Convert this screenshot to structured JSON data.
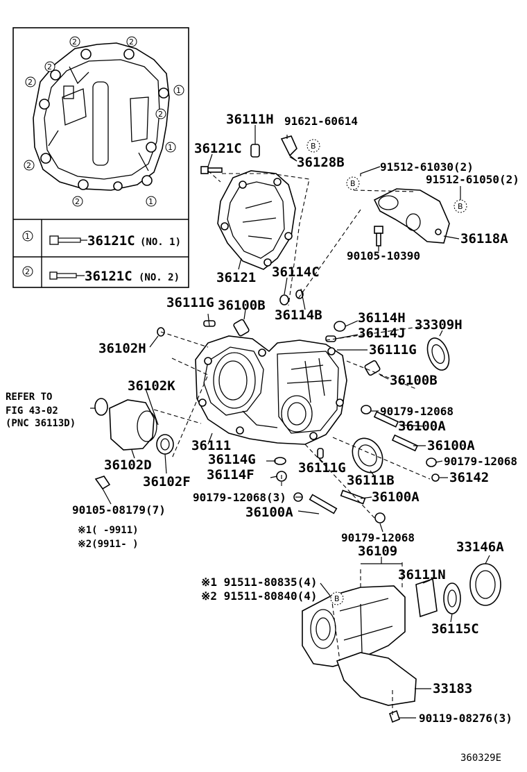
{
  "inset": {
    "markers": [
      "1",
      "2"
    ],
    "legend": [
      {
        "marker": "1",
        "part": "36121C",
        "note": "(NO. 1)"
      },
      {
        "marker": "2",
        "part": "36121C",
        "note": "(NO. 2)"
      }
    ]
  },
  "labels": {
    "l36111H": "36111H",
    "l91621": "91621-60614",
    "l36121C": "36121C",
    "l36128B": "36128B",
    "l91512a": "91512-61030(2)",
    "l91512b": "91512-61050(2)",
    "l36118A": "36118A",
    "l90105a": "90105-10390",
    "l36121": "36121",
    "l36114C": "36114C",
    "l36111Ga": "36111G",
    "l36100Ba": "36100B",
    "l36114B": "36114B",
    "l36114H": "36114H",
    "l36114J": "36114J",
    "l33309H": "33309H",
    "l36102H": "36102H",
    "l36111Gb": "36111G",
    "l36100Bb": "36100B",
    "refer1": "REFER TO",
    "refer2": "FIG 43-02",
    "refer3": "(PNC 36113D)",
    "l36102K": "36102K",
    "l90179a": "90179-12068",
    "l36100Aa": "36100A",
    "l36100Ab": "36100A",
    "l36111": "36111",
    "l90179b": "90179-12068",
    "l36102D": "36102D",
    "l36114G": "36114G",
    "l36111Gc": "36111G",
    "l36142": "36142",
    "l36102F": "36102F",
    "l36114F": "36114F",
    "l36111B": "36111B",
    "l90179c": "90179-12068(3)",
    "l36100Ac": "36100A",
    "l90105b": "90105-08179(7)",
    "l36100Ad": "36100A",
    "note1": "※1(    -9911)",
    "note2": "※2(9911-    )",
    "l90179d": "90179-12068",
    "l36109": "36109",
    "l33146A": "33146A",
    "l91511a": "※1 91511-80835(4)",
    "l91511b": "※2 91511-80840(4)",
    "l36111N": "36111N",
    "l36115C": "36115C",
    "l33183": "33183",
    "l90119": "90119-08276(3)",
    "code": "360329E"
  },
  "callout_b": "B"
}
